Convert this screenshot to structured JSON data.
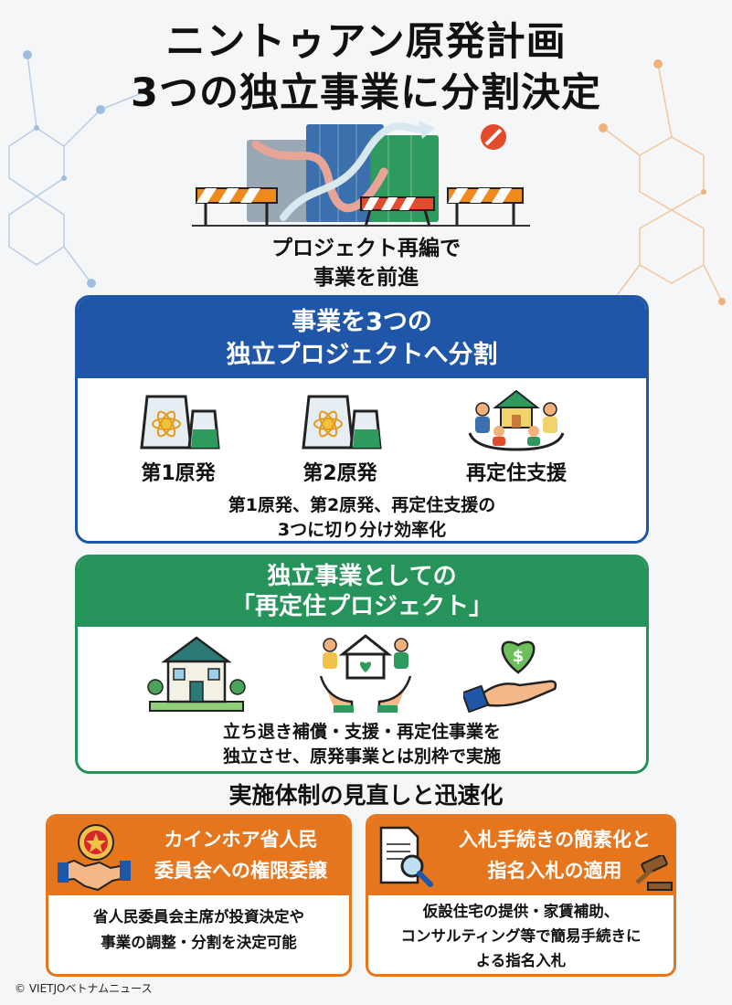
{
  "title": {
    "line1": "ニントゥアン原発計画",
    "line2": "3つの独立事業に分割決定"
  },
  "hero": {
    "caption_line1": "プロジェクト再編で",
    "caption_line2": "事業を前進"
  },
  "panel_split": {
    "title_line1": "事業を3つの",
    "title_line2": "独立プロジェクトへ分割",
    "items": [
      {
        "label": "第1原発",
        "icon": "nuclear-plant-icon"
      },
      {
        "label": "第2原発",
        "icon": "nuclear-plant-icon"
      },
      {
        "label": "再定住支援",
        "icon": "resettlement-community-icon"
      }
    ],
    "text_line1": "第1原発、第2原発、再定住支援の",
    "text_line2": "3つに切り分け効率化",
    "color": "#1f56a8"
  },
  "panel_resettlement": {
    "title_line1": "独立事業としての",
    "title_line2": "「再定住プロジェクト」",
    "icons": [
      "house-icon",
      "hands-holding-house-icon",
      "hand-receiving-money-icon"
    ],
    "text_line1": "立ち退き補償・支援・再定住事業を",
    "text_line2": "独立させ、原発事業とは別枠で実施",
    "color": "#25935a"
  },
  "section": {
    "title": "実施体制の見直しと迅速化"
  },
  "box_left": {
    "head_line1": "カインホア省人民",
    "head_line2": "委員会への権限委譲",
    "icons": [
      "vietnam-emblem-icon",
      "handshake-icon"
    ],
    "body_line1": "省人民委員会主席が投資決定や",
    "body_line2": "事業の調整・分割を決定可能",
    "color": "#e5761d"
  },
  "box_right": {
    "head_line1": "入札手続きの簡素化と",
    "head_line2": "指名入札の適用",
    "icons": [
      "document-search-icon",
      "gavel-icon"
    ],
    "body_line1": "仮設住宅の提供・家賃補助、",
    "body_line2": "コンサルティング等で簡易手続きに",
    "body_line3": "よる指名入札"
  },
  "footer": {
    "copyright": "© VIETJOベトナムニュース"
  }
}
